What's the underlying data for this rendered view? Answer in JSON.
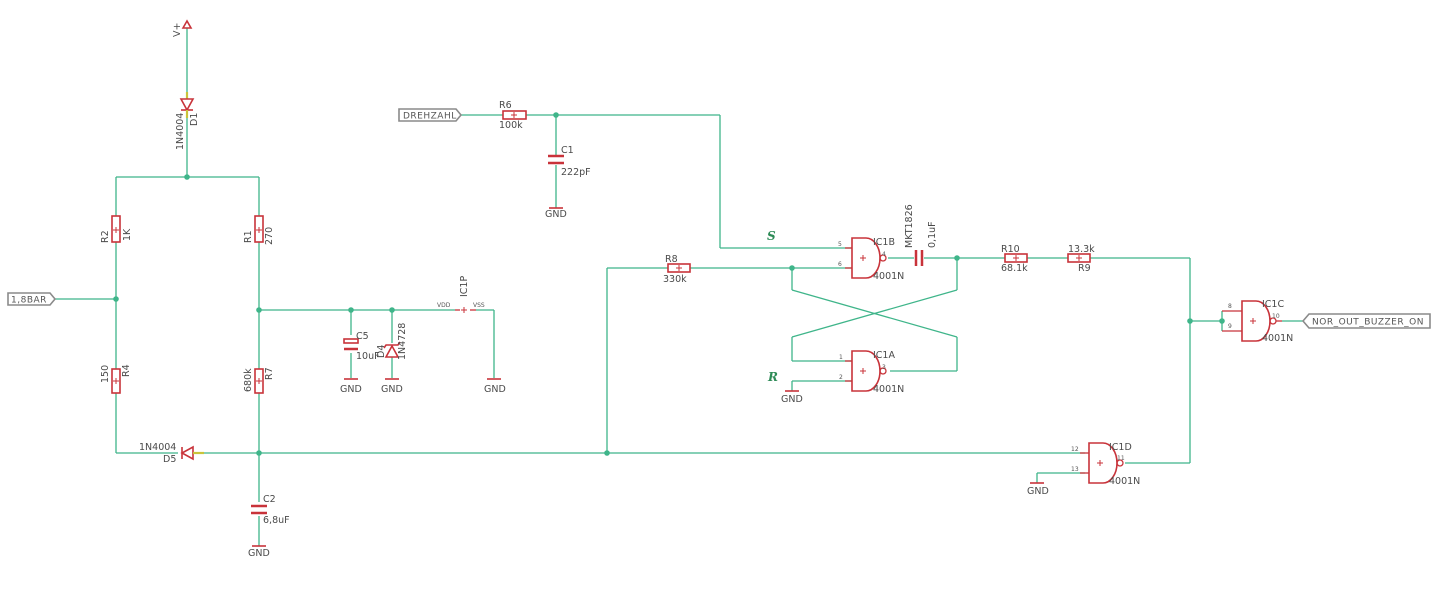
{
  "ports": {
    "drehzahl": "DREHZAHL",
    "bar": "1,8BAR",
    "nor_out": "NOR_OUT_BUZZER_ON"
  },
  "supply": {
    "vplus": "V+"
  },
  "components": {
    "d1": {
      "name": "D1",
      "value": "1N4004"
    },
    "d5": {
      "name": "D5",
      "value": "1N4004"
    },
    "d4": {
      "name": "D4",
      "value": "1N4728"
    },
    "r1": {
      "name": "R1",
      "value": "270"
    },
    "r2": {
      "name": "R2",
      "value": "1K"
    },
    "r4": {
      "name": "R4",
      "value": "150"
    },
    "r6": {
      "name": "R6",
      "value": "100k"
    },
    "r7": {
      "name": "R7",
      "value": "680k"
    },
    "r8": {
      "name": "R8",
      "value": "330k"
    },
    "r9": {
      "name": "R9",
      "value": "13.3k"
    },
    "r10": {
      "name": "R10",
      "value": "68.1k"
    },
    "c1": {
      "name": "C1",
      "value": "222pF"
    },
    "c2": {
      "name": "C2",
      "value": "6,8uF"
    },
    "c5": {
      "name": "C5",
      "value": "10uF"
    },
    "cmkt": {
      "name": "MKT1826",
      "value": "0,1uF"
    },
    "ic1p": {
      "name": "IC1P",
      "vdd": "VDD",
      "vss": "VSS"
    },
    "ic1a": {
      "name": "IC1A",
      "value": "4001N",
      "pin_a": "1",
      "pin_b": "2",
      "pin_out": "3"
    },
    "ic1b": {
      "name": "IC1B",
      "value": "4001N",
      "pin_a": "5",
      "pin_b": "6",
      "pin_out": "4"
    },
    "ic1c": {
      "name": "IC1C",
      "value": "4001N",
      "pin_a": "8",
      "pin_b": "9",
      "pin_out": "10"
    },
    "ic1d": {
      "name": "IC1D",
      "value": "4001N",
      "pin_a": "12",
      "pin_b": "13",
      "pin_out": "11"
    }
  },
  "gnd": "GND",
  "net_labels": {
    "set": "S",
    "reset": "R"
  }
}
